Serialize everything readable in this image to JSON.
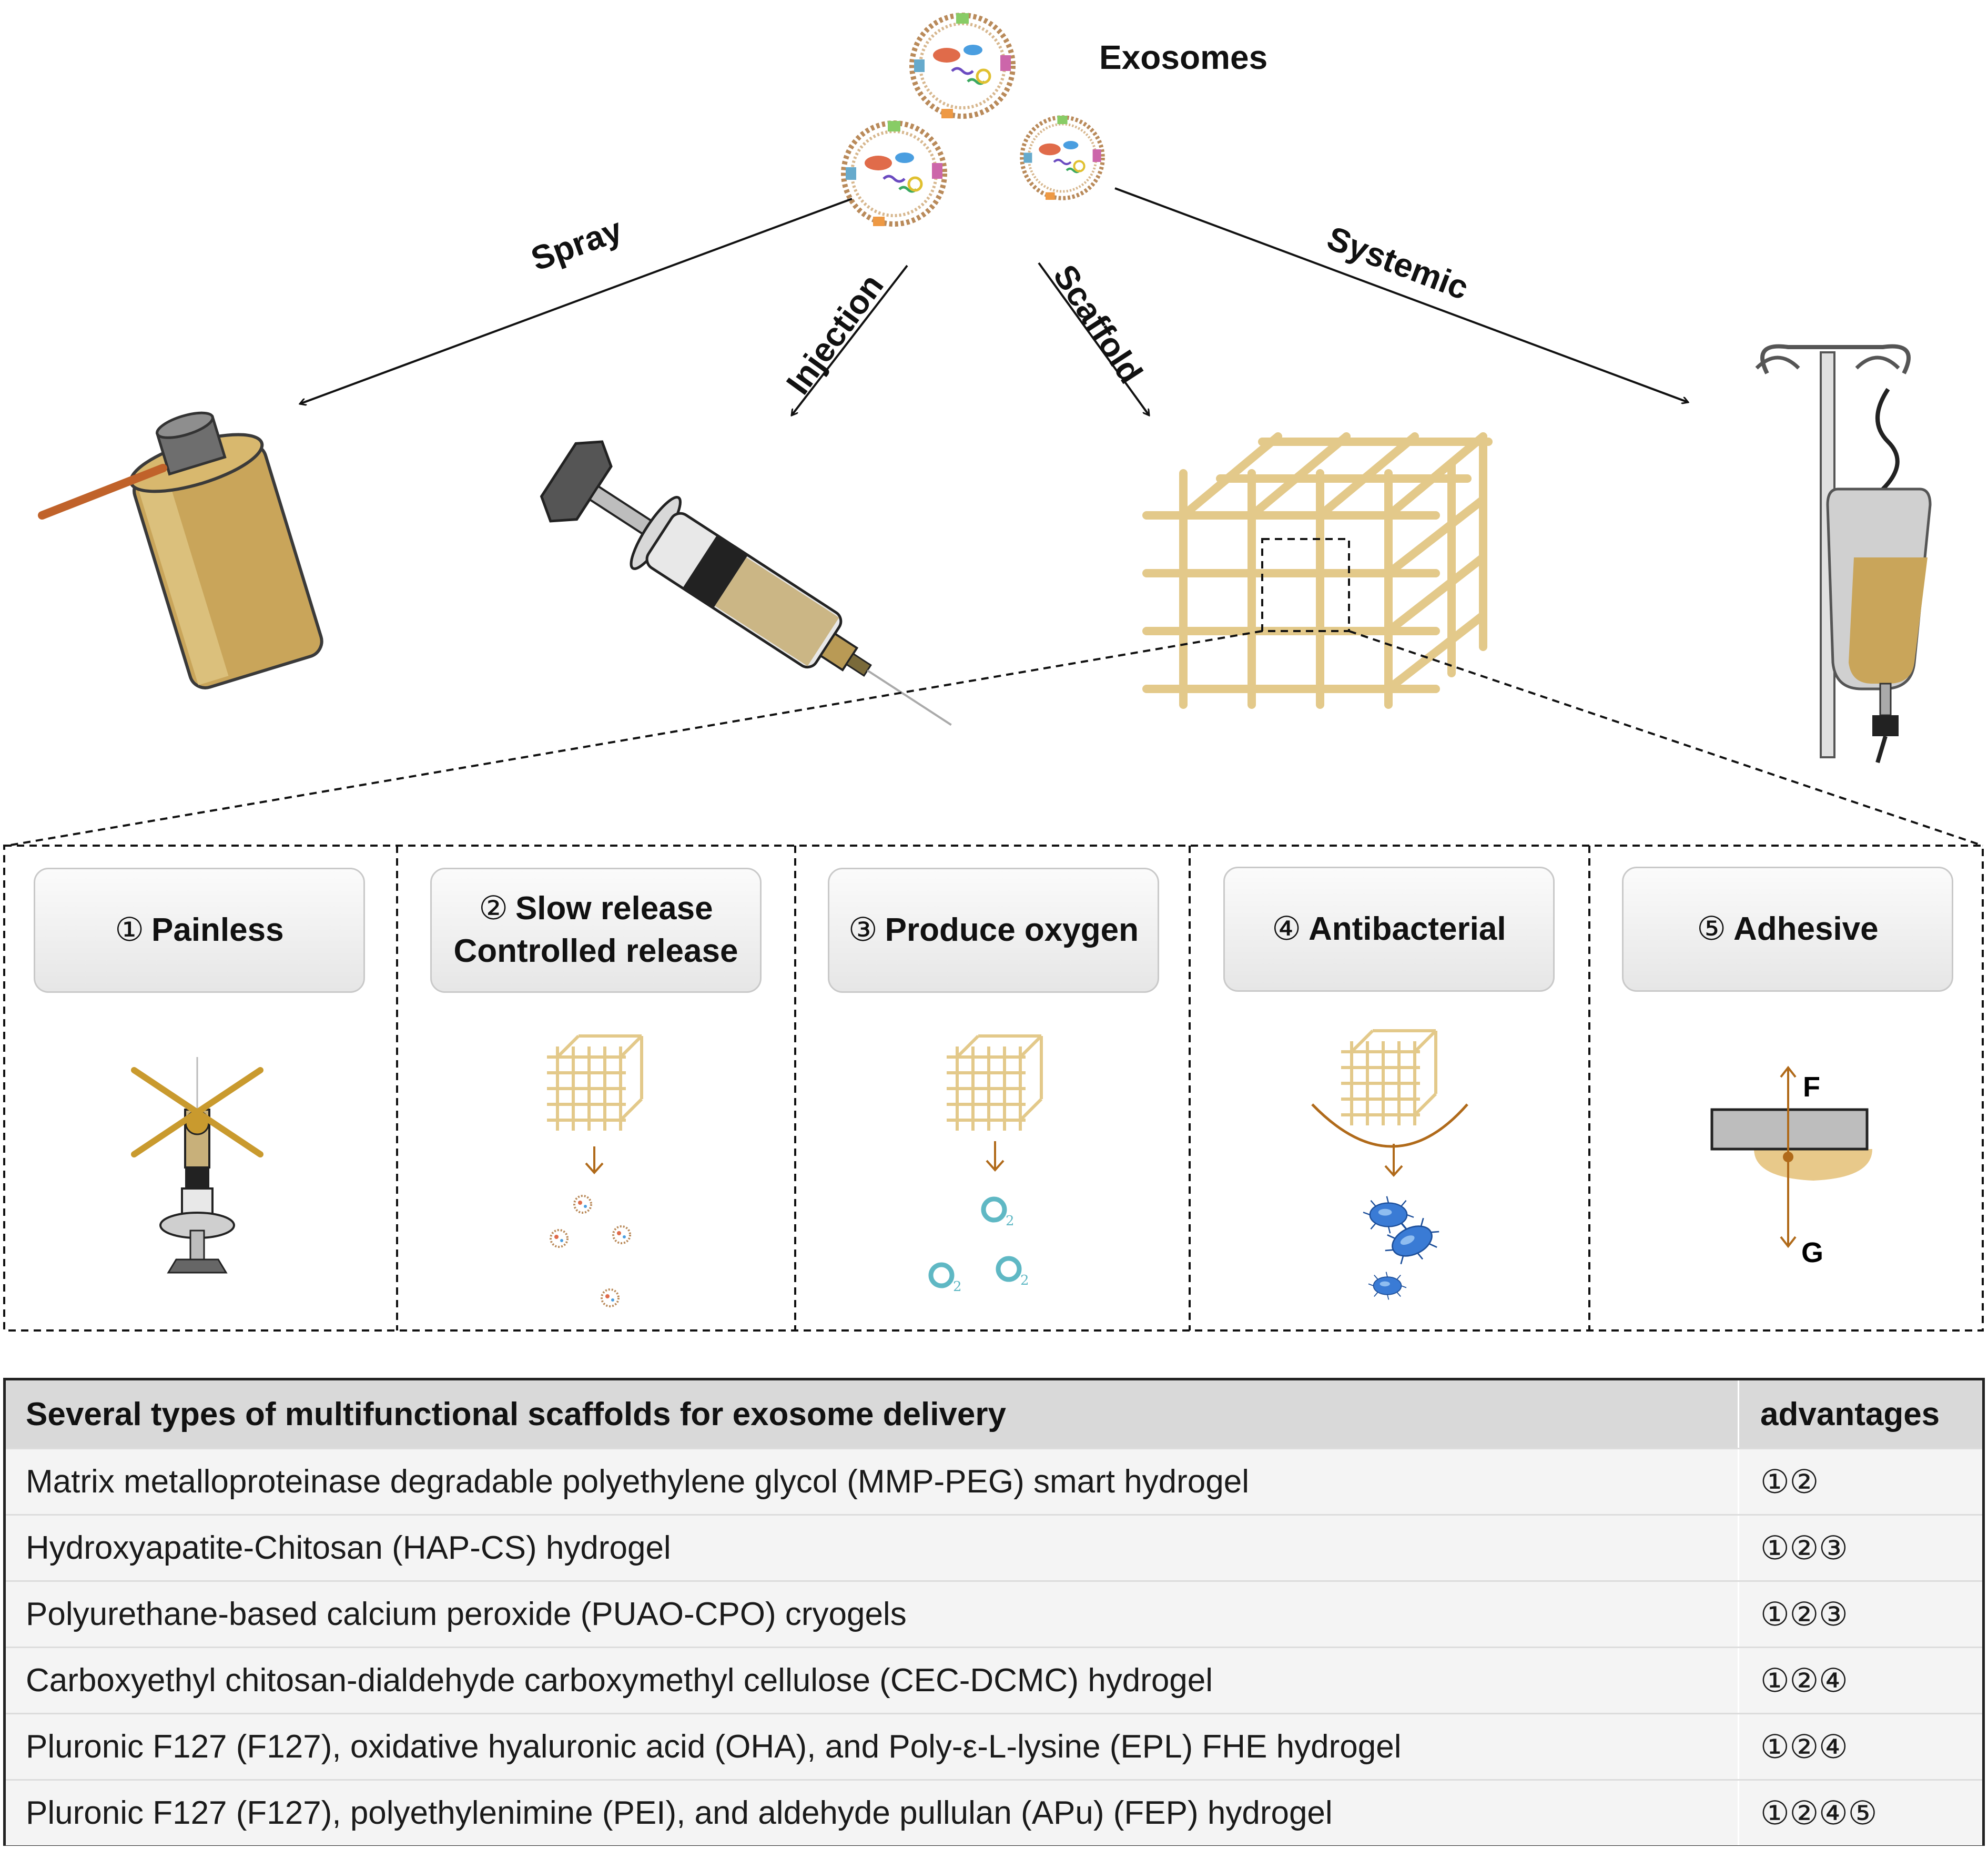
{
  "title": "Exosomes",
  "routes": [
    "Spray",
    "Injection",
    "Scaffold",
    "Systemic"
  ],
  "advantages": [
    {
      "num": "①",
      "label": "Painless"
    },
    {
      "num": "②",
      "label": "Slow release",
      "label2": "Controlled release"
    },
    {
      "num": "③",
      "label": "Produce oxygen"
    },
    {
      "num": "④",
      "label": "Antibacterial"
    },
    {
      "num": "⑤",
      "label": "Adhesive"
    }
  ],
  "force_labels": {
    "up": "F",
    "down": "G"
  },
  "oxygen_label": "O",
  "oxygen_sub": "2",
  "colors": {
    "scaffold": "#e3c98a",
    "spray_can": "#c9a55a",
    "arrow_orange": "#b06a1a",
    "oxygen": "#5fb8c4",
    "bacteria": "#3a7bd5",
    "cross": "#c99a2e"
  },
  "table": {
    "header": {
      "col1": "Several types of multifunctional scaffolds for exosome delivery",
      "col2": "advantages"
    },
    "rows": [
      {
        "name": "Matrix metalloproteinase degradable polyethylene glycol (MMP-PEG) smart hydrogel",
        "adv": "①②"
      },
      {
        "name": "Hydroxyapatite-Chitosan (HAP-CS) hydrogel",
        "adv": "①②③"
      },
      {
        "name": "Polyurethane-based calcium peroxide (PUAO-CPO) cryogels",
        "adv": "①②③"
      },
      {
        "name": "Carboxyethyl chitosan-dialdehyde carboxymethyl cellulose (CEC-DCMC) hydrogel",
        "adv": "①②④"
      },
      {
        "name": "Pluronic F127 (F127), oxidative hyaluronic acid (OHA), and Poly-ε-L-lysine (EPL) FHE hydrogel",
        "adv": "①②④"
      },
      {
        "name": "Pluronic F127 (F127), polyethylenimine (PEI), and aldehyde pullulan (APu) (FEP) hydrogel",
        "adv": "①②④⑤"
      }
    ]
  }
}
